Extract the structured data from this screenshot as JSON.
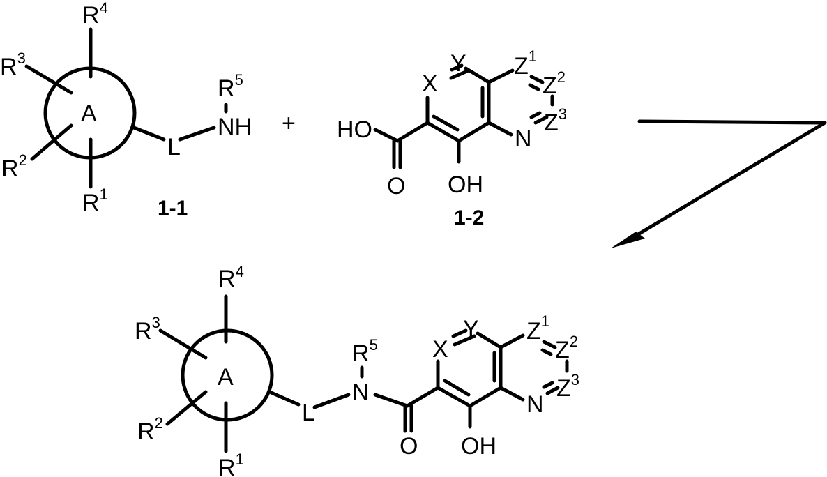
{
  "scheme": {
    "type": "chemical-reaction-scheme",
    "reactants": [
      {
        "id": "1-1",
        "label": "1-1",
        "ring_label": "A",
        "substituents": {
          "r1": "R",
          "r1_sup": "1",
          "r2": "R",
          "r2_sup": "2",
          "r3": "R",
          "r3_sup": "3",
          "r4": "R",
          "r4_sup": "4"
        },
        "linker": "L",
        "amine": "NH",
        "amine_sub": "R",
        "amine_sub_sup": "5"
      },
      {
        "id": "1-2",
        "label": "1-2",
        "acid_ho": "HO",
        "carbonyl_o": "O",
        "hydroxyl": "OH",
        "x": "X",
        "y": "Y",
        "n": "N",
        "z1": "Z",
        "z1_sup": "1",
        "z2": "Z",
        "z2_sup": "2",
        "z3": "Z",
        "z3_sup": "3"
      }
    ],
    "plus_sign": "+",
    "arrow": "reaction-arrow",
    "product": {
      "ring_label": "A",
      "substituents": {
        "r1": "R",
        "r1_sup": "1",
        "r2": "R",
        "r2_sup": "2",
        "r3": "R",
        "r3_sup": "3",
        "r4": "R",
        "r4_sup": "4"
      },
      "linker": "L",
      "amide_n": "N",
      "amide_n_sub": "R",
      "amide_n_sub_sup": "5",
      "carbonyl_o": "O",
      "hydroxyl": "OH",
      "x": "X",
      "y": "Y",
      "n": "N",
      "z1": "Z",
      "z1_sup": "1",
      "z2": "Z",
      "z2_sup": "2",
      "z3": "Z",
      "z3_sup": "3"
    }
  }
}
